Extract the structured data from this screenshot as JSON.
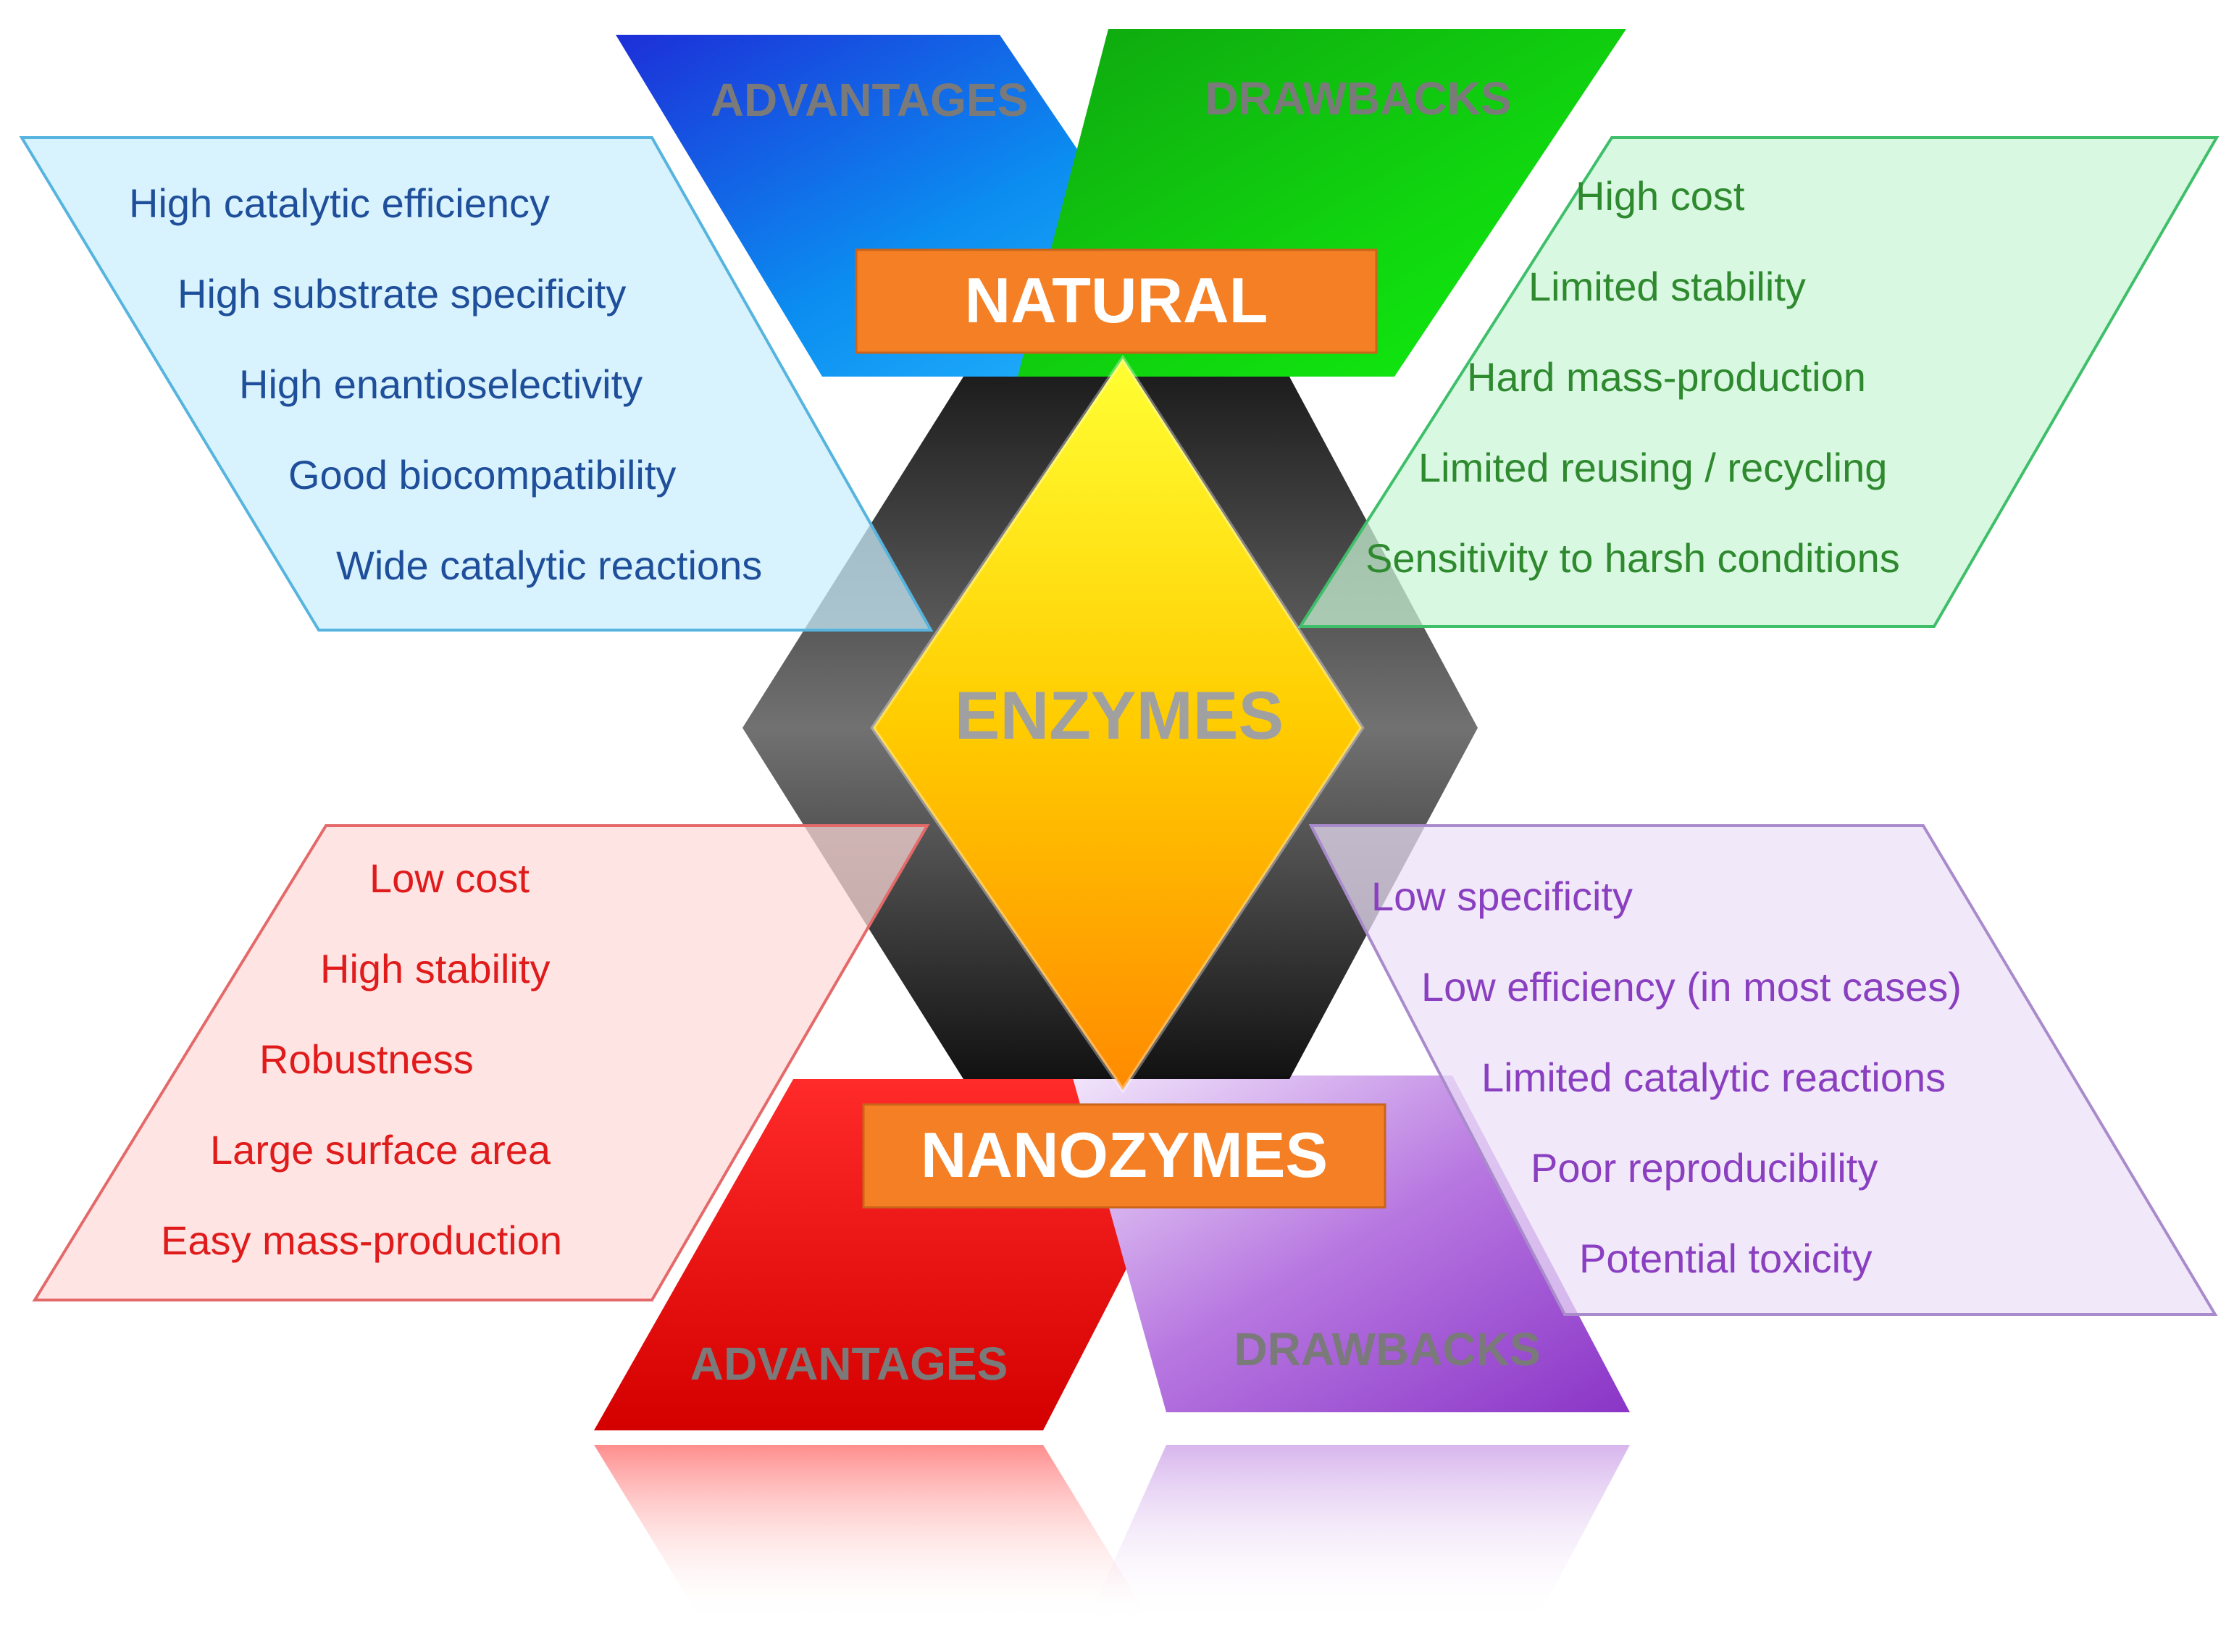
{
  "center": {
    "label": "ENZYMES"
  },
  "natural": {
    "title": "NATURAL",
    "advantages": {
      "label": "ADVANTAGES",
      "items": [
        "High catalytic efficiency",
        "High substrate specificity",
        "High enantioselectivity",
        "Good biocompatibility",
        "Wide catalytic reactions"
      ]
    },
    "drawbacks": {
      "label": "DRAWBACKS",
      "items": [
        "High cost",
        "Limited stability",
        "Hard mass-production",
        "Limited reusing / recycling",
        "Sensitivity to harsh conditions"
      ]
    }
  },
  "nanozymes": {
    "title": "NANOZYMES",
    "advantages": {
      "label": "ADVANTAGES",
      "items": [
        "Low cost",
        "High stability",
        "Robustness",
        "Large surface area",
        "Easy mass-production"
      ]
    },
    "drawbacks": {
      "label": "DRAWBACKS",
      "items": [
        "Low specificity",
        "Low efficiency (in most cases)",
        "Limited catalytic reactions",
        "Poor reproducibility",
        "Potential toxicity"
      ]
    }
  },
  "colors": {
    "natural_advantages": "#1a8fe6",
    "natural_drawbacks": "#22c922",
    "nanozymes_advantages": "#ee1c1c",
    "nanozymes_drawbacks": "#9a44cc",
    "title_box": "#f47f24",
    "center_diamond": "#ffcc00",
    "advantages_text_blue": "#1f4f9a",
    "drawbacks_text_green": "#2f8a2f",
    "advantages_text_red": "#e01b1b",
    "drawbacks_text_purple": "#8a3fc0"
  }
}
